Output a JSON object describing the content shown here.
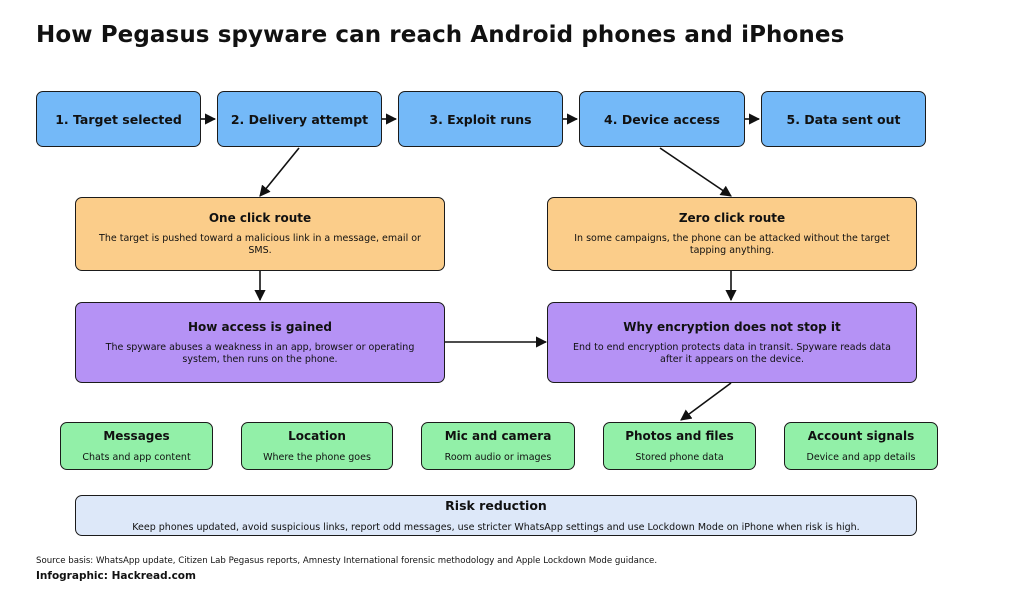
{
  "title": "How Pegasus spyware can reach Android phones and iPhones",
  "steps": [
    {
      "label": "1. Target selected"
    },
    {
      "label": "2. Delivery attempt"
    },
    {
      "label": "3. Exploit runs"
    },
    {
      "label": "4. Device access"
    },
    {
      "label": "5. Data sent out"
    }
  ],
  "routes": {
    "one_click": {
      "title": "One click route",
      "text": "The target is pushed toward a malicious link in a message, email or SMS."
    },
    "zero_click": {
      "title": "Zero click route",
      "text": "In some campaigns, the phone can be attacked without the target tapping anything."
    }
  },
  "access": {
    "gained": {
      "title": "How access is gained",
      "text": "The spyware abuses a weakness in an app, browser or operating system, then runs on the phone."
    },
    "encryption": {
      "title": "Why encryption does not stop it",
      "text": "End to end encryption protects data in transit. Spyware reads data after it appears on the device."
    }
  },
  "data_types": [
    {
      "title": "Messages",
      "text": "Chats and app content"
    },
    {
      "title": "Location",
      "text": "Where the phone goes"
    },
    {
      "title": "Mic and camera",
      "text": "Room audio or images"
    },
    {
      "title": "Photos and files",
      "text": "Stored phone data"
    },
    {
      "title": "Account signals",
      "text": "Device and app details"
    }
  ],
  "risk": {
    "title": "Risk reduction",
    "text": "Keep phones updated, avoid suspicious links, report odd messages, use stricter WhatsApp settings and use Lockdown Mode on iPhone when risk is high."
  },
  "source": "Source basis: WhatsApp update, Citizen Lab Pegasus reports, Amnesty International forensic methodology and Apple Lockdown Mode guidance.",
  "credit": "Infographic: Hackread.com",
  "colors": {
    "step": "#74b9f8",
    "route": "#fbcd8a",
    "access": "#b592f5",
    "data": "#92f0a8",
    "risk": "#dde8f9"
  }
}
